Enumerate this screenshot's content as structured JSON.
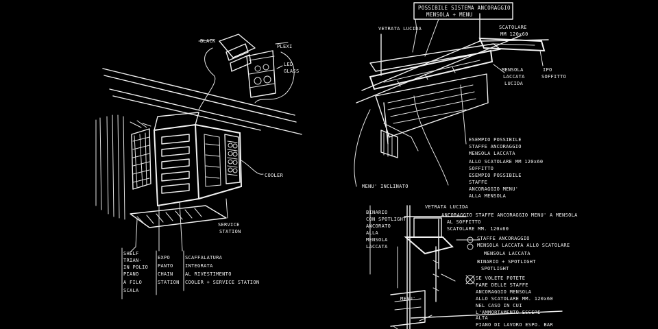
{
  "background": "#000000",
  "ink": "#f2f2f2",
  "left_sketch": {
    "labels": {
      "black": "BLACK",
      "plexi": "PLEXI",
      "led": "LED",
      "led2": "GLASS",
      "cooler": "COOLER",
      "service": "SERVICE",
      "service2": "STATION",
      "c1_1": "SHELF",
      "c1_2": "TRIAN-",
      "c1_3": "IN POLIO",
      "c1_4": "PIANO",
      "c1_5": "A FILO",
      "c1_6": "SCALA",
      "c2_1": "EXPO",
      "c2_2": "PANTO",
      "c2_3": "CHAIN",
      "c2_4": "STATION",
      "c3_1": "SCAFFALATURA",
      "c3_2": "INTEGRATA",
      "c3_3": "AL RIVESTIMENTO",
      "c3_4": "COOLER + SERVICE STATION"
    }
  },
  "right_sketch": {
    "labels": {
      "title1": "POSSIBILE SISTEMA ANCORAGGIO",
      "title2": "MENSOLA + MENU",
      "vetrata": "VETRATA LUCIDA",
      "scatolare": "SCATOLARE",
      "scatolare2": "MM 120x60",
      "mensola": "MENSOLA",
      "mensola2": "LACCATA",
      "mensola3": "LUCIDA",
      "ipo": "IPO",
      "ipo2": "SOFFITTO",
      "e1_1": "ESEMPIO POSSIBILE",
      "e1_2": "STAFFE ANCORAGGIO",
      "e1_3": "MENSOLA LACCATA",
      "e1_4": "ALLO SCATOLARE MM 120x60",
      "e1_5": "SOFFITTO",
      "e2_1": "ESEMPIO POSSIBILE",
      "e2_2": "STAFFE",
      "e2_3": "ANCORAGGIO MENU'",
      "e2_4": "ALLA MENSOLA",
      "menu_inclinato": "MENU' INCLINATO",
      "sec_vetrata": "VETRATA LUCIDA",
      "sec_l1": "ANCORAGGIO STAFFE ANCORAGGIO MENU' A MENSOLA",
      "sec_l2": "AL SOFFITTO",
      "sec_l3": "SCATOLARE MM. 120x60",
      "sec_l4": "STAFFE ANCORAGGIO",
      "sec_l5": "MENSOLA LACCATA ALLO SCATOLARE",
      "sec_l6": "MENSOLA LACCATA",
      "sec_l7": "BINARIO + SPOTLIGHT",
      "sec_l8": "SPOTLIGHT",
      "b1": "BINARIO",
      "b2": "CON SPOTLIGHT",
      "b3": "ANCORATO",
      "b4": "ALLA",
      "b5": "MENSOLA",
      "b6": "LACCATA",
      "menu": "MENU'",
      "f1": "SE VOLETE POTETE",
      "f2": "FARE DELLE STAFFE",
      "f3": "ANCORAGGIO MENSOLA",
      "f4": "ALLO SCATOLARE MM. 120x60",
      "f5": "NEL CASO IN CUI",
      "f6": "L'AMMORTAMENTO ESSERE",
      "f7": "ALTA",
      "f8": "PIANO DI LAVORO ESPO. BAR"
    }
  }
}
